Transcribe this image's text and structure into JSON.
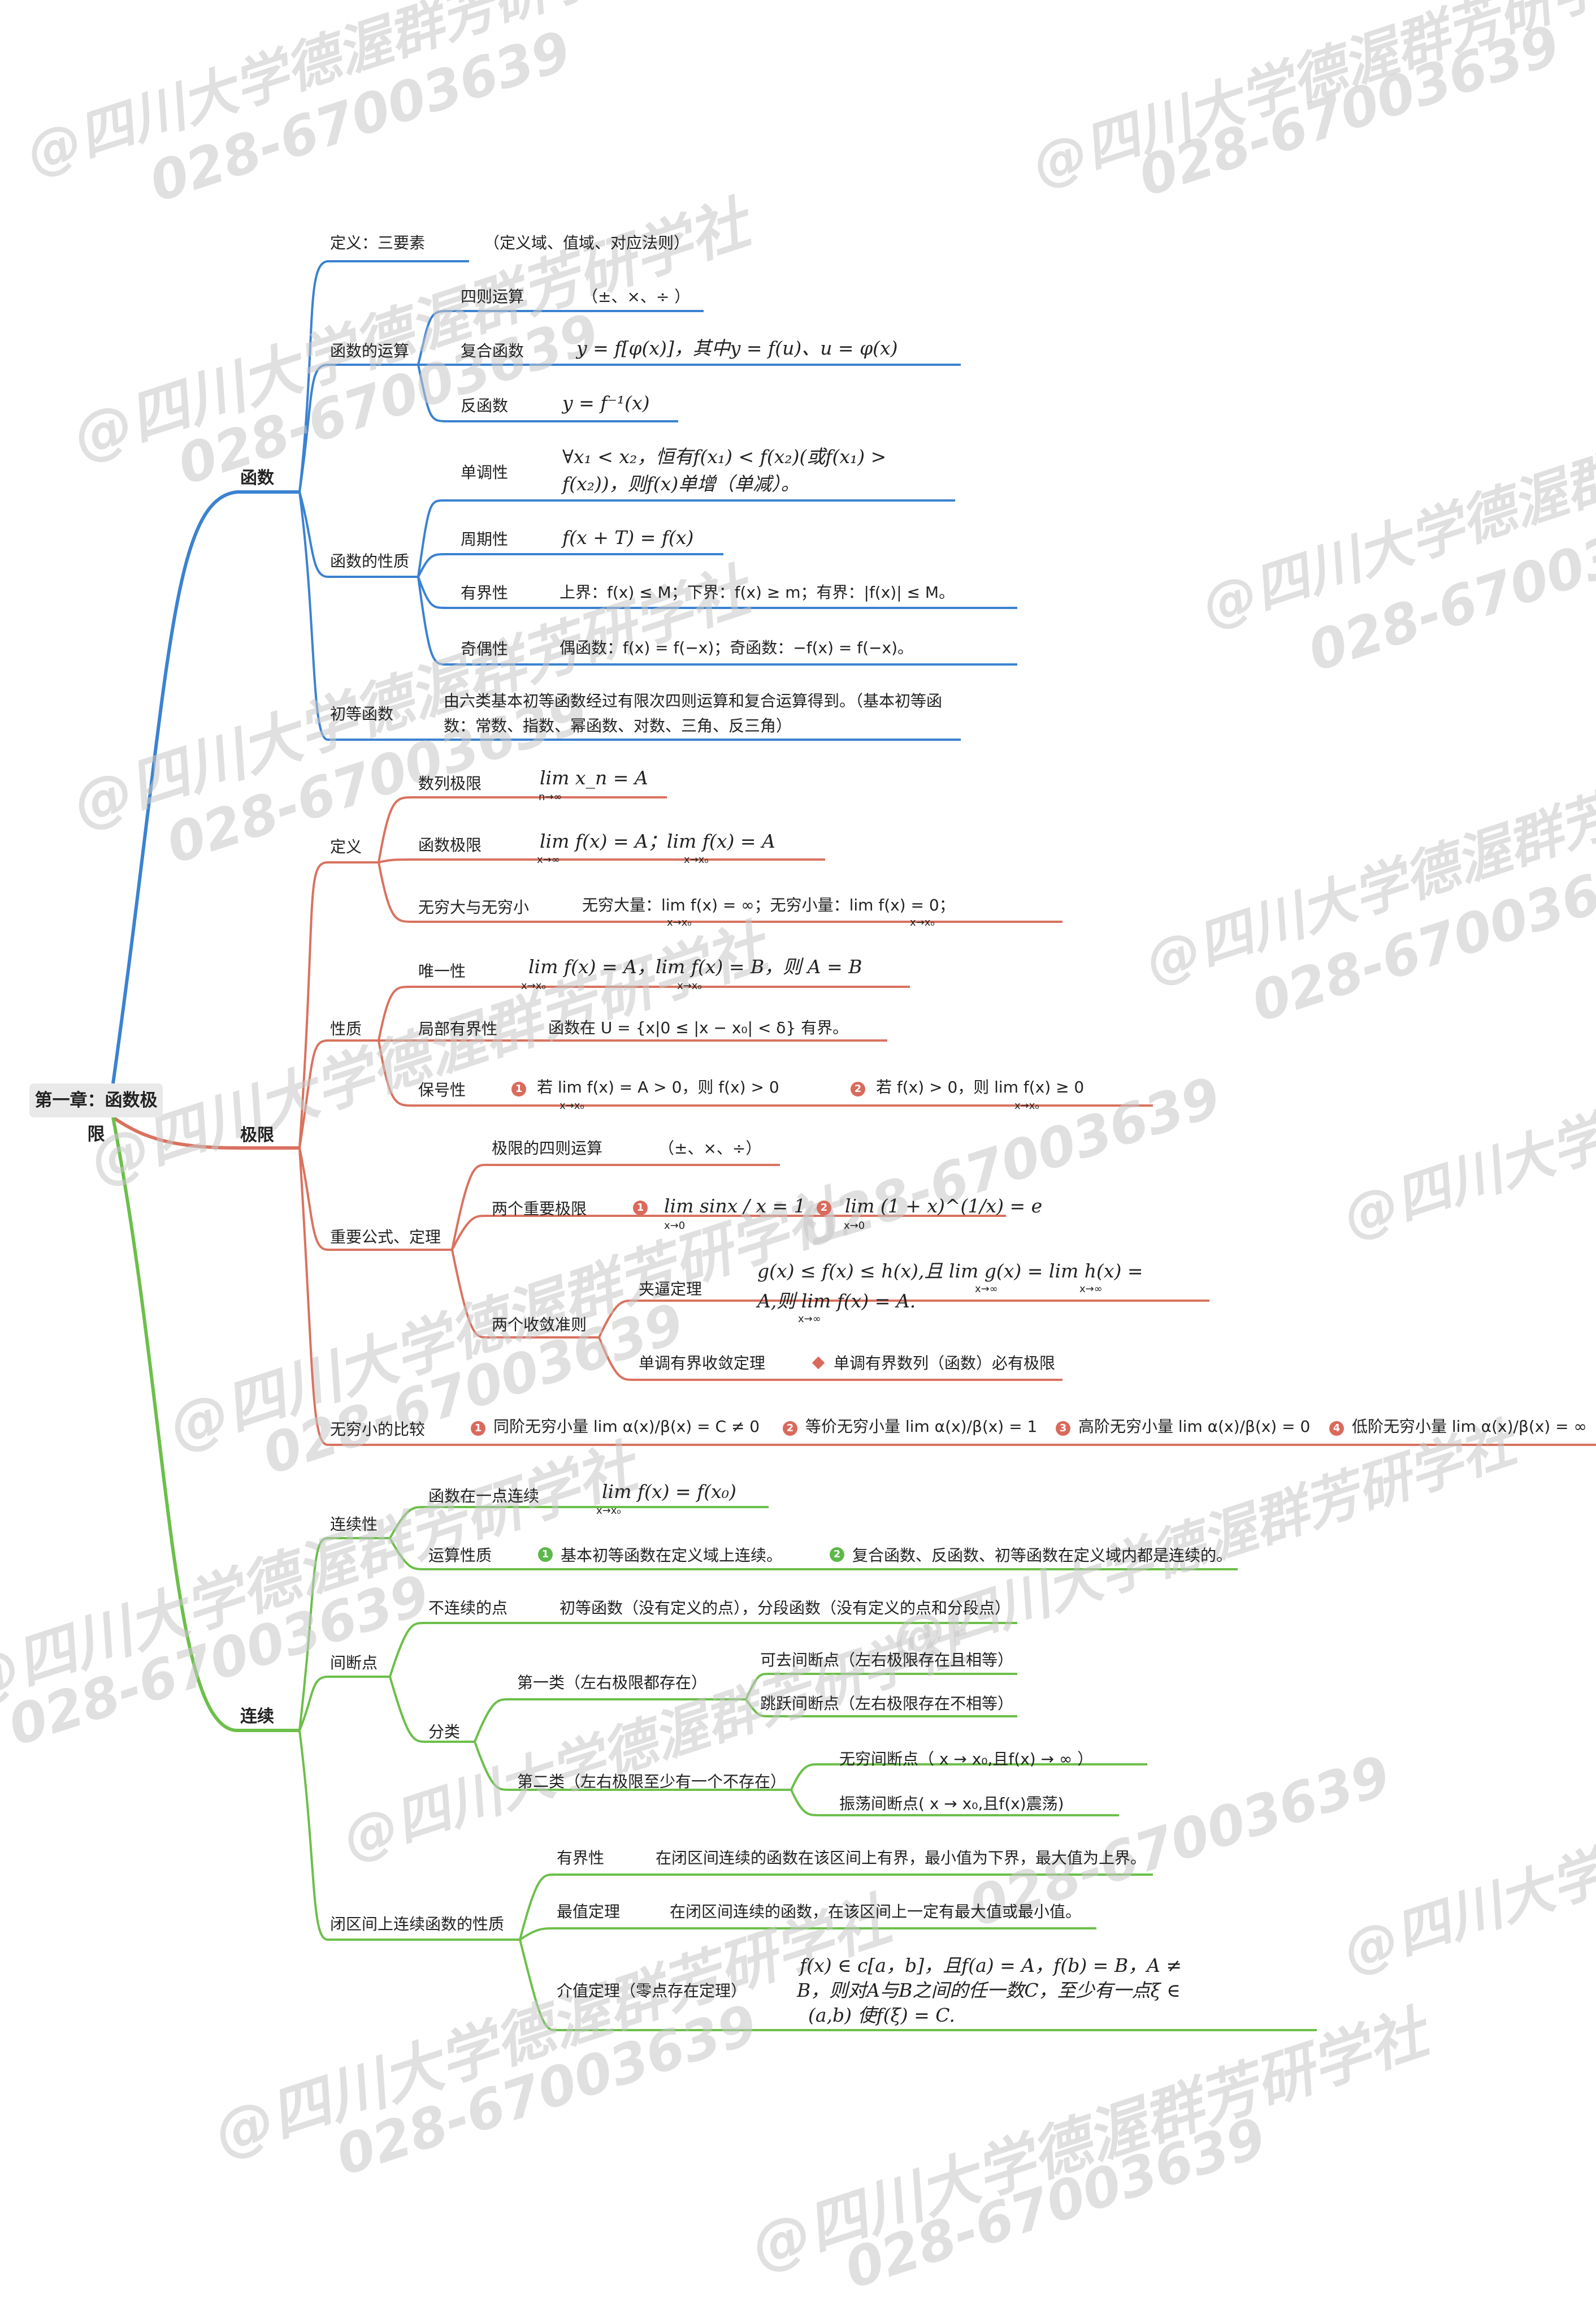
{
  "colors": {
    "blue": "#3b82d1",
    "red": "#d9725f",
    "green": "#6cbf4a",
    "badge_red": "#d96a5c",
    "badge_green": "#5cb84a"
  },
  "watermark": {
    "line1": "@四川大学德渥群芳研学社",
    "line2": "028-67003639"
  },
  "root": "第一章：函数极限",
  "func": {
    "title": "函数",
    "def": {
      "label": "定义：三要素",
      "desc": "（定义域、值域、对应法则）"
    },
    "ops": {
      "label": "函数的运算",
      "four": {
        "label": "四则运算",
        "desc": "（±、×、÷ ）"
      },
      "comp": {
        "label": "复合函数",
        "desc": "y = f[φ(x)]，其中y = f(u)、u = φ(x)"
      },
      "inv": {
        "label": "反函数",
        "desc": "y = f⁻¹(x)"
      }
    },
    "props": {
      "label": "函数的性质",
      "mono": {
        "label": "单调性",
        "line1": "∀x₁ < x₂，恒有f(x₁) < f(x₂)(或f(x₁) >",
        "line2": "f(x₂))，则f(x)单增（单减）。"
      },
      "period": {
        "label": "周期性",
        "desc": "f(x + T) = f(x)"
      },
      "bound": {
        "label": "有界性",
        "desc": "上界：f(x) ≤ M；下界：f(x) ≥ m；有界：|f(x)| ≤ M。"
      },
      "parity": {
        "label": "奇偶性",
        "desc": "偶函数：f(x) = f(−x)；奇函数：−f(x) = f(−x)。"
      }
    },
    "elem": {
      "label": "初等函数",
      "line1": "由六类基本初等函数经过有限次四则运算和复合运算得到。（基本初等函",
      "line2": "数：常数、指数、幂函数、对数、三角、反三角）"
    }
  },
  "limit": {
    "title": "极限",
    "def": {
      "label": "定义",
      "seq": {
        "label": "数列极限",
        "desc": "lim x_n = A",
        "sub": "n→∞"
      },
      "fn": {
        "label": "函数极限",
        "desc": "lim f(x) = A；lim f(x) = A",
        "sub1": "x→∞",
        "sub2": "x→x₀"
      },
      "inf": {
        "label": "无穷大与无穷小",
        "desc": "无穷大量：lim f(x) = ∞；无穷小量：lim f(x) = 0；",
        "sub1": "x→x₀",
        "sub2": "x→x₀"
      }
    },
    "props": {
      "label": "性质",
      "uniq": {
        "label": "唯一性",
        "desc": "lim f(x) = A，lim f(x) = B，则 A = B",
        "sub1": "x→x₀",
        "sub2": "x→x₀"
      },
      "local": {
        "label": "局部有界性",
        "desc": "函数在 U = {x|0 ≤ |x − x₀| < δ} 有界。"
      },
      "sign": {
        "label": "保号性",
        "b1": "1",
        "t1": "若 lim f(x) = A > 0，则 f(x) > 0",
        "b2": "2",
        "t2": "若 f(x) > 0，则 lim f(x) ≥ 0",
        "sub1": "x→x₀",
        "sub2": "x→x₀"
      }
    },
    "formula": {
      "label": "重要公式、定理",
      "ops": {
        "label": "极限的四则运算",
        "desc": "（±、×、÷）"
      },
      "two": {
        "label": "两个重要极限",
        "b1": "1",
        "t1": "lim sinx / x = 1",
        "b2": "2",
        "t2": "lim (1 + x)^(1/x) = e",
        "sub1": "x→0",
        "sub2": "x→0"
      },
      "crit": {
        "label": "两个收敛准则",
        "squeeze": {
          "label": "夹逼定理",
          "line1": "g(x) ≤ f(x) ≤ h(x),且 lim g(x) = lim h(x) =",
          "line2": "A,则 lim f(x) = A.",
          "sub1": "x→∞",
          "sub2": "x→∞",
          "sub3": "x→∞"
        },
        "mono": {
          "label": "单调有界收敛定理",
          "desc": "单调有界数列（函数）必有极限"
        }
      }
    },
    "compare": {
      "label": "无穷小的比较",
      "items": [
        {
          "b": "1",
          "text": "同阶无穷小量 lim α(x)/β(x) = C ≠ 0"
        },
        {
          "b": "2",
          "text": "等价无穷小量 lim α(x)/β(x) = 1"
        },
        {
          "b": "3",
          "text": "高阶无穷小量 lim α(x)/β(x) = 0"
        },
        {
          "b": "4",
          "text": "低阶无穷小量 lim α(x)/β(x) = ∞"
        }
      ]
    }
  },
  "cont": {
    "title": "连续",
    "conty": {
      "label": "连续性",
      "point": {
        "label": "函数在一点连续",
        "desc": "lim f(x) = f(x₀)",
        "sub": "x→x₀"
      },
      "ops": {
        "label": "运算性质",
        "b1": "1",
        "t1": "基本初等函数在定义域上连续。",
        "b2": "2",
        "t2": "复合函数、反函数、初等函数在定义域内都是连续的。"
      }
    },
    "disc": {
      "label": "间断点",
      "notcont": {
        "label": "不连续的点",
        "desc": "初等函数（没有定义的点），分段函数（没有定义的点和分段点）"
      },
      "cls": {
        "label": "分类",
        "first": {
          "label": "第一类（左右极限都存在）",
          "a": "可去间断点（左右极限存在且相等）",
          "b": "跳跃间断点（左右极限存在不相等）"
        },
        "second": {
          "label": "第二类（左右极限至少有一个不存在）",
          "a": "无穷间断点（ x → x₀,且f(x) → ∞ ）",
          "b": "振荡间断点( x → x₀,且f(x)震荡)"
        }
      }
    },
    "closed": {
      "label": "闭区间上连续函数的性质",
      "bound": {
        "label": "有界性",
        "desc": "在闭区间连续的函数在该区间上有界，最小值为下界，最大值为上界。"
      },
      "ext": {
        "label": "最值定理",
        "desc": "在闭区间连续的函数，在该区间上一定有最大值或最小值。"
      },
      "ivt": {
        "label": "介值定理（零点存在定理）",
        "line1": "f(x) ∈ c[a，b]，且f(a) = A，f(b) = B，A ≠",
        "line2": "B，则对A与B之间的任一数C，至少有一点ξ ∈",
        "line3": "(a,b) 使f(ξ) = C."
      }
    }
  }
}
